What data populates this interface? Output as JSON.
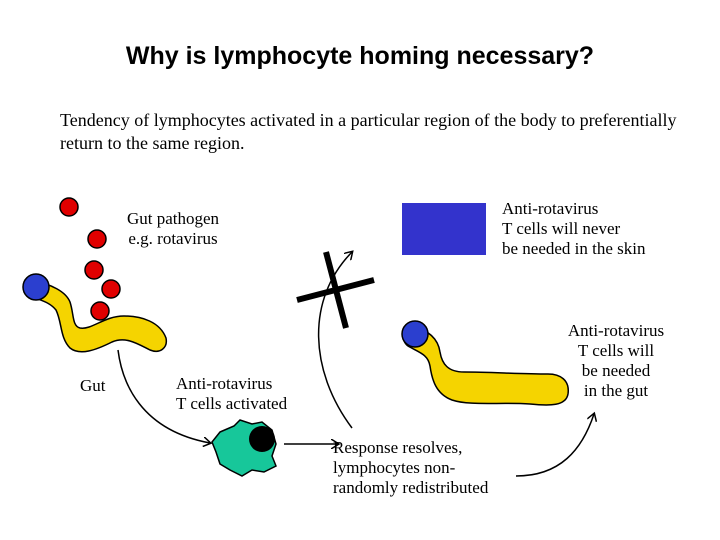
{
  "title": "Why is lymphocyte homing necessary?",
  "intro": "Tendency of lymphocytes activated in a particular region of the body to preferentially return to the same region.",
  "labels": {
    "gut_pathogen": "Gut pathogen\ne.g. rotavirus",
    "gut": "Gut",
    "activated": "Anti-rotavirus\nT cells activated",
    "skin": "Anti-rotavirus\nT cells will never\nbe needed in the skin",
    "needed_gut": "Anti-rotavirus\nT cells will\nbe needed\nin the gut",
    "resolves": "Response resolves,\nlymphocytes non-\nrandomly redistributed"
  },
  "colors": {
    "lymphocyte": "#f5d400",
    "nucleus": "#2b3fcf",
    "pathogen": "#e00000",
    "activated_cell": "#17c79a",
    "skin_block": "#3333cc"
  }
}
